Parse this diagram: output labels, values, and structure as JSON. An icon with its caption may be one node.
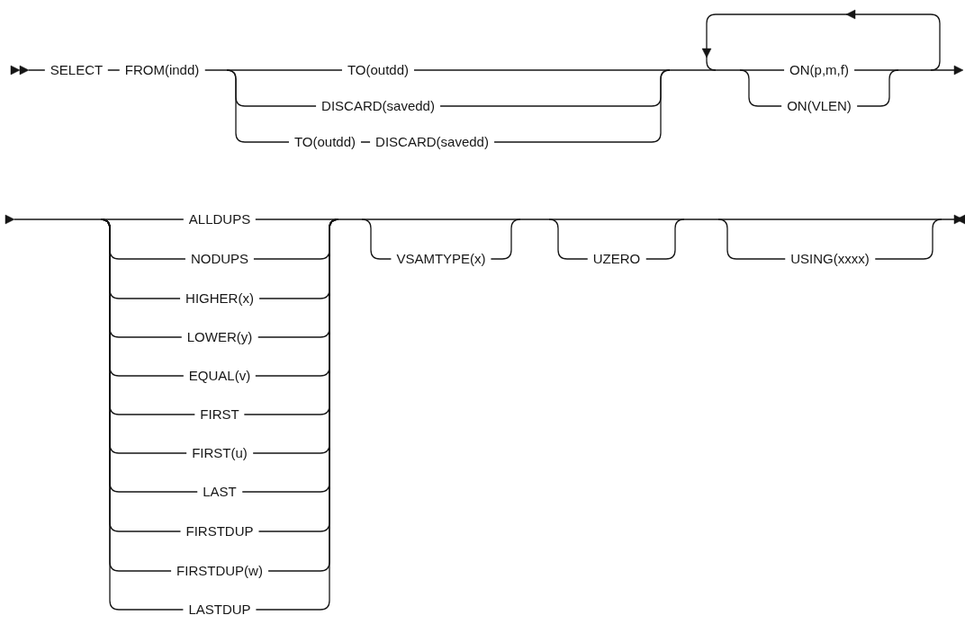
{
  "diagram": {
    "labels": [
      "SELECT",
      "FROM(indd)",
      "TO(outdd)",
      "DISCARD(savedd)",
      "TO(outdd)",
      "DISCARD(savedd)",
      "ON(p,m,f)",
      "ON(VLEN)",
      "ALLDUPS",
      "NODUPS",
      "VSAMTYPE(x)",
      "UZERO",
      "USING(xxxx)",
      "HIGHER(x)",
      "LOWER(y)",
      "EQUAL(v)",
      "FIRST",
      "FIRST(u)",
      "LAST",
      "FIRSTDUP",
      "FIRSTDUP(w)",
      "LASTDUP"
    ]
  }
}
